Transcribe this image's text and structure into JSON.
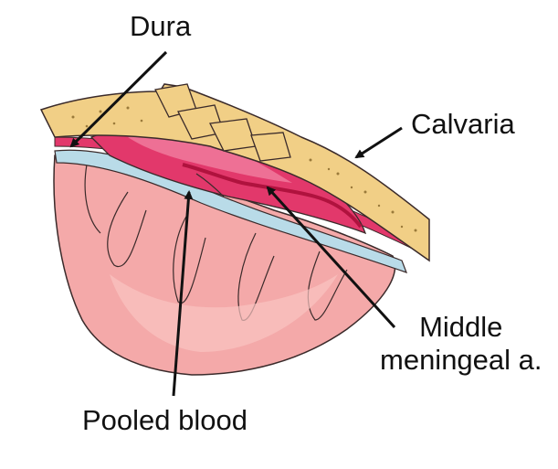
{
  "labels": {
    "dura": "Dura",
    "calvaria": "Calvaria",
    "middle_meningeal": [
      "Middle",
      "meningeal a."
    ],
    "pooled_blood": "Pooled blood"
  },
  "colors": {
    "bone": "#f1cf86",
    "bone_dots": "#9a7a3a",
    "hematoma": "#e2386b",
    "hematoma_light": "#f07a9c",
    "brain": "#f4a9a9",
    "brain_light": "#f9c5c2",
    "arachnoid": "#b9dbe8",
    "outline": "#3a2a2a",
    "arrow": "#111111",
    "background": "#ffffff"
  }
}
